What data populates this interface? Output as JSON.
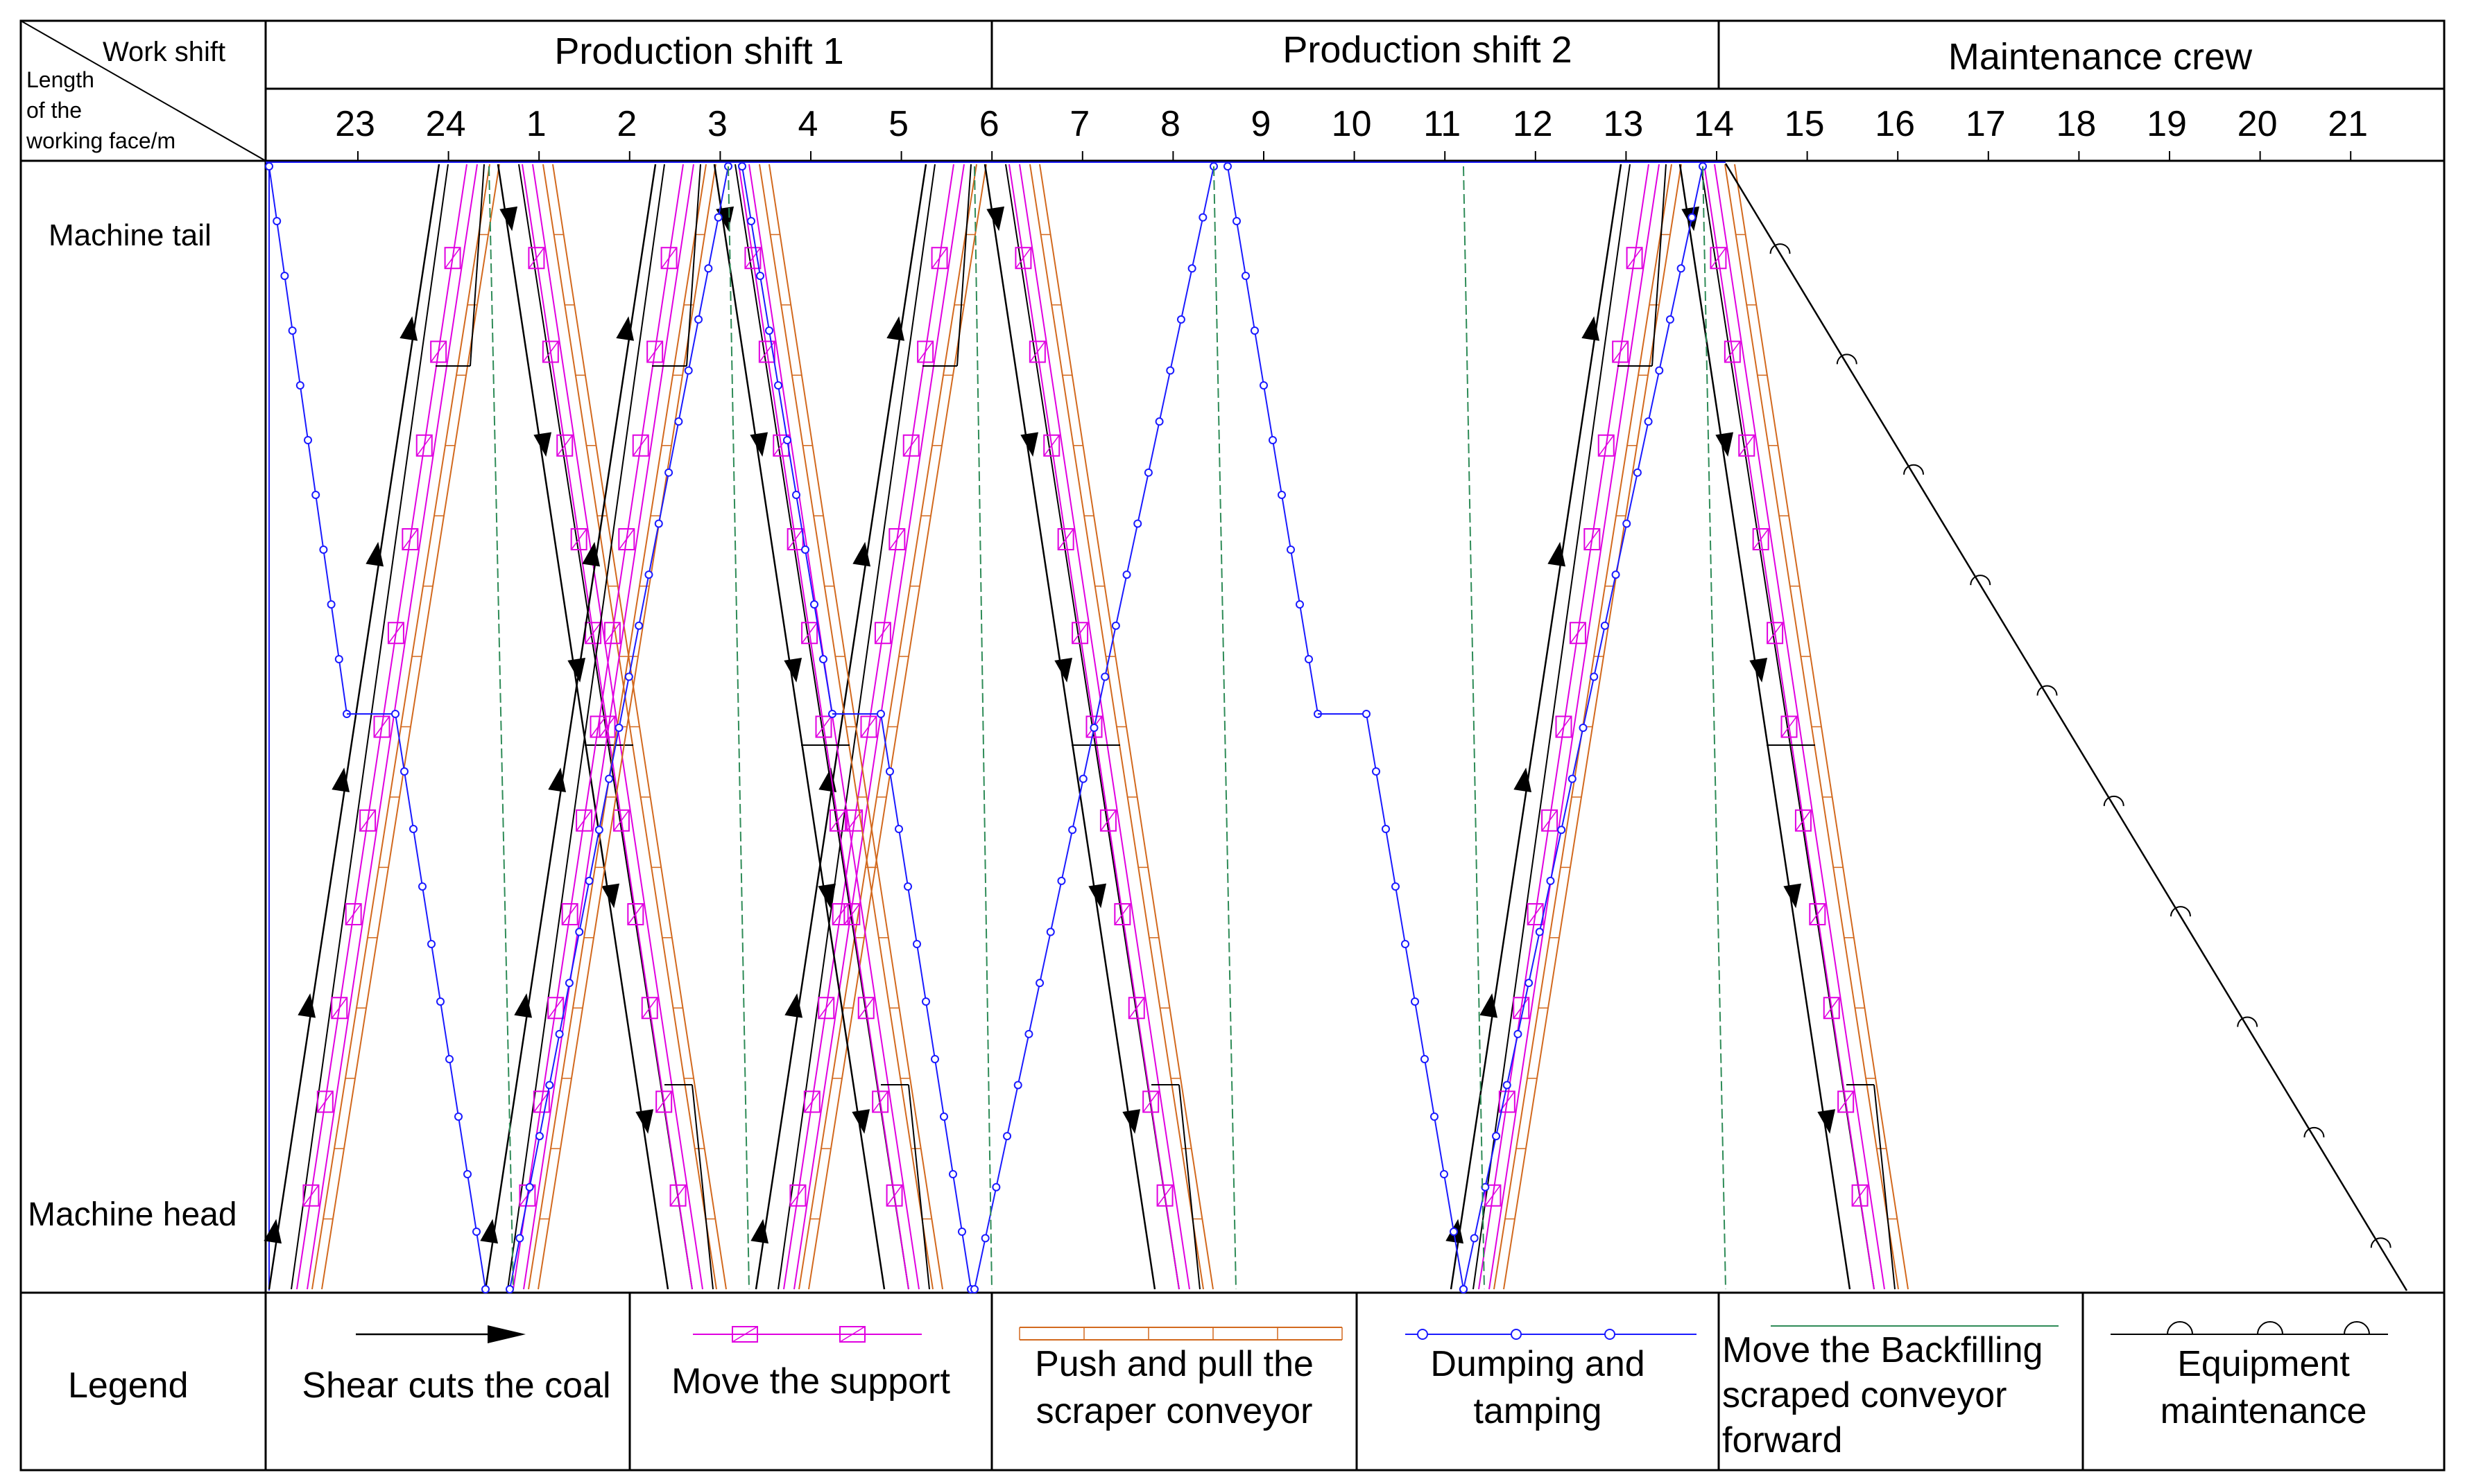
{
  "header": {
    "corner_top": "Work shift",
    "corner_bottom_lines": [
      "Length",
      "of the",
      "working face/m"
    ],
    "shifts": [
      "Production shift 1",
      "Production shift 2",
      "Maintenance crew"
    ],
    "hours": [
      "23",
      "24",
      "1",
      "2",
      "3",
      "4",
      "5",
      "6",
      "7",
      "8",
      "9",
      "10",
      "11",
      "12",
      "13",
      "14",
      "15",
      "16",
      "17",
      "18",
      "19",
      "20",
      "21"
    ]
  },
  "rows": {
    "tail_label": "Machine tail",
    "head_label": "Machine head"
  },
  "legend": {
    "title": "Legend",
    "items": [
      {
        "key": "shear",
        "lines": [
          "Shear cuts the coal"
        ]
      },
      {
        "key": "support",
        "lines": [
          "Move the support"
        ]
      },
      {
        "key": "push",
        "lines": [
          "Push and pull the",
          " scraper conveyor"
        ]
      },
      {
        "key": "dump",
        "lines": [
          "Dumping and",
          "tamping"
        ]
      },
      {
        "key": "backfill",
        "lines": [
          "Move the Backfilling",
          "scraped conveyor",
          "forward"
        ]
      },
      {
        "key": "maint",
        "lines": [
          "Equipment",
          "maintenance"
        ]
      }
    ]
  },
  "colors": {
    "shear": "#000000",
    "support": "#e000e0",
    "push": "#d2691e",
    "dump": "#1a1aff",
    "backfill": "#2e8b57",
    "grid": "#000000"
  }
}
